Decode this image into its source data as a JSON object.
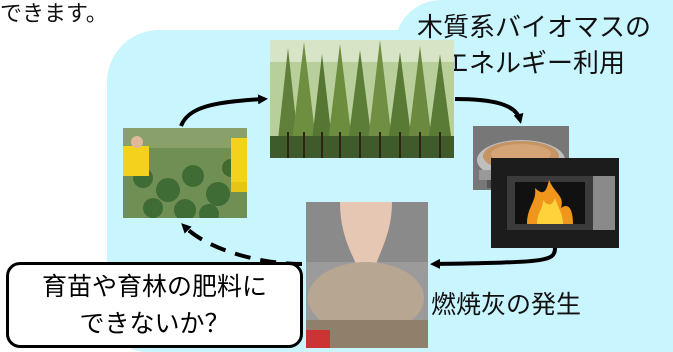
{
  "top_partial_text": "できます。",
  "title": "木質系バイオマスの\nエネルギー利用",
  "ash_label": "燃焼灰の発生",
  "question": "育苗や育林の肥料に\nできないか？",
  "colors": {
    "background": "#c9f5ff",
    "arrow": "#000000"
  }
}
